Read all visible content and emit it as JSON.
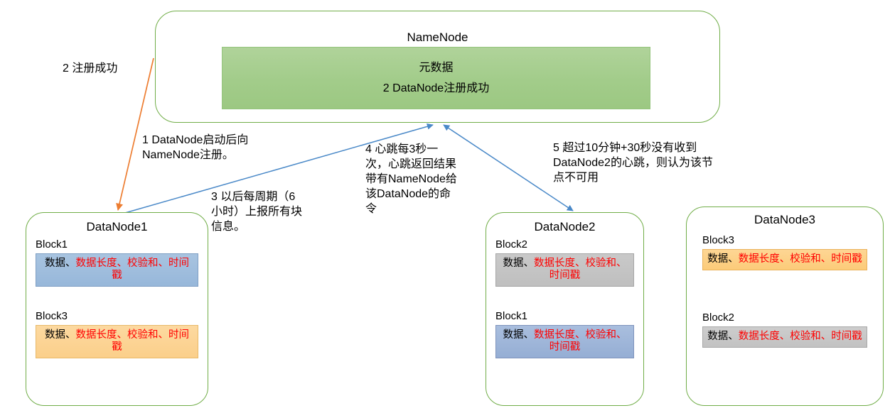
{
  "namenode": {
    "title": "NameNode",
    "metadata_lines": [
      "元数据",
      "2 DataNode注册成功"
    ]
  },
  "datanodes": [
    {
      "title": "DataNode1",
      "blocks": [
        {
          "label": "Block1",
          "color": "#a8c4e0",
          "text_black": "数据、",
          "text_red": "数据长度、校验和、时间戳"
        },
        {
          "label": "Block3",
          "color": "#fcd9a0",
          "text_black": "数据、",
          "text_red": "数据长度、校验和、时间戳"
        }
      ]
    },
    {
      "title": "DataNode2",
      "blocks": [
        {
          "label": "Block2",
          "color": "#c9c9c9",
          "text_black": "数据、",
          "text_red": "数据长度、校验和、时间戳"
        },
        {
          "label": "Block1",
          "color": "#a9bede",
          "text_black": "数据、",
          "text_red": "数据长度、校验和、时间戳"
        }
      ]
    },
    {
      "title": "DataNode3",
      "blocks": [
        {
          "label": "Block3",
          "color": "#fdd694",
          "text_black": "数据、",
          "text_red": "数据长度、校验和、时间戳"
        },
        {
          "label": "Block2",
          "color": "#cdcdcd",
          "text_black": "数据、",
          "text_red": "数据长度、校验和、时间戳"
        }
      ]
    }
  ],
  "annotations": {
    "register_success": "2 注册成功",
    "startup_register": "1 DataNode启动后向NameNode注册。",
    "periodic_report": "3 以后每周期（6小时）上报所有块信息。",
    "heartbeat": "4 心跳每3秒一次，心跳返回结果带有NameNode给该DataNode的命令",
    "timeout": "5 超过10分钟+30秒没有收到DataNode2的心跳，则认为该节点不可用"
  },
  "colors": {
    "node_border": "#70ad47",
    "metadata_fill": "#a2cc8a",
    "arrow_orange": "#ed7d31",
    "arrow_blue": "#4a89c8",
    "highlight_red": "#ff0000"
  }
}
